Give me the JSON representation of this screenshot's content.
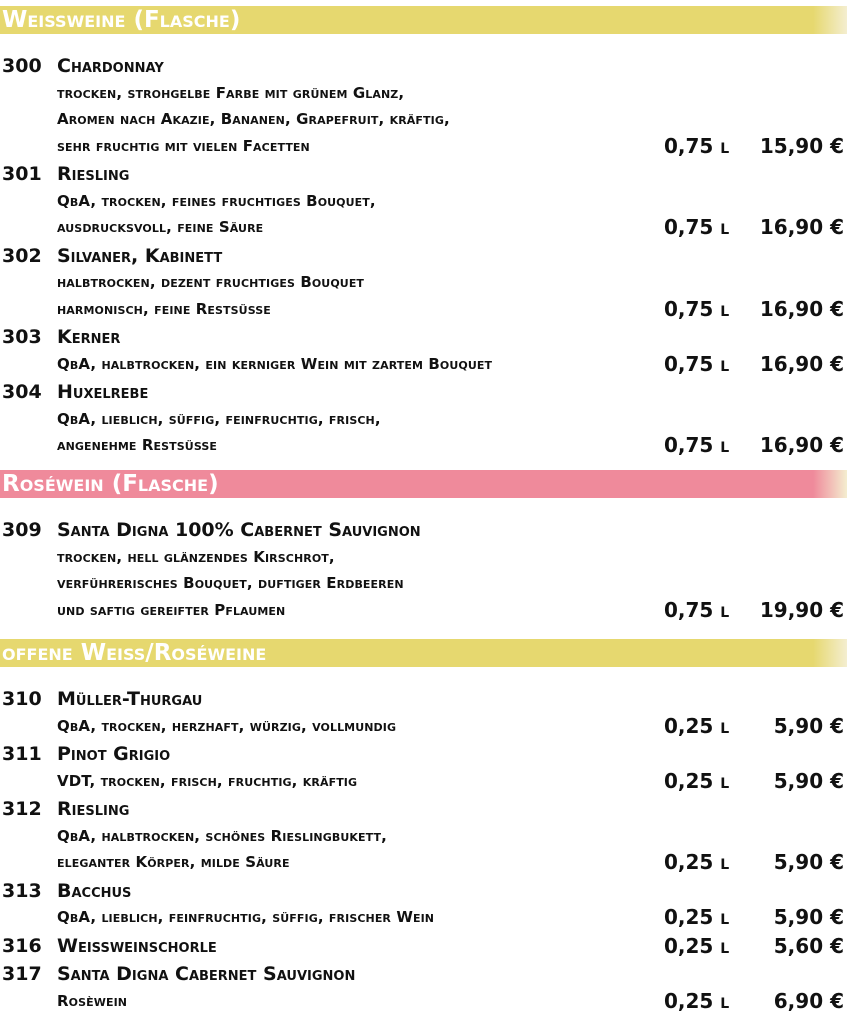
{
  "colors": {
    "yellow_band": "#e6d86f",
    "pink_band": "#ef8a9b",
    "text": "#111111"
  },
  "sections": [
    {
      "id": "weissweine-flasche",
      "title": "Weissweine (Flasche)",
      "color": "#e6d86f",
      "items": [
        {
          "number": "300",
          "name": "Chardonnay",
          "description": [
            "trocken, strohgelbe Farbe mit grünem Glanz,",
            "Aromen nach Akazie, Bananen, Grapefruit, kräftig,",
            "sehr fruchtig mit vielen Facetten"
          ],
          "volume": "0,75 l",
          "price": "15,90 €"
        },
        {
          "number": "301",
          "name": "Riesling",
          "description": [
            "QbA, trocken, feines fruchtiges Bouquet,",
            "ausdrucksvoll, feine Säure"
          ],
          "volume": "0,75 l",
          "price": "16,90 €"
        },
        {
          "number": "302",
          "name": "Silvaner, Kabinett",
          "description": [
            "halbtrocken, dezent fruchtiges Bouquet",
            "harmonisch, feine Restsüsse"
          ],
          "volume": "0,75 l",
          "price": "16,90 €"
        },
        {
          "number": "303",
          "name": "Kerner",
          "description": [
            "QbA, halbtrocken, ein kerniger Wein mit zartem Bouquet"
          ],
          "volume": "0,75 l",
          "price": "16,90 €"
        },
        {
          "number": "304",
          "name": "Huxelrebe",
          "description": [
            "QbA, lieblich, süffig, feinfruchtig, frisch,",
            "angenehme Restsüsse"
          ],
          "volume": "0,75 l",
          "price": "16,90 €"
        }
      ]
    },
    {
      "id": "rosewein-flasche",
      "title": "Roséwein (Flasche)",
      "color": "#ef8a9b",
      "items": [
        {
          "number": "309",
          "name": "Santa Digna 100% Cabernet Sauvignon",
          "description": [
            "trocken, hell glänzendes Kirschrot,",
            "verführerisches Bouquet, duftiger Erdbeeren",
            "und saftig gereifter Pflaumen"
          ],
          "volume": "0,75 l",
          "price": "19,90 €"
        }
      ]
    },
    {
      "id": "offene-weiss-roseweine",
      "title": "offene Weiss/Roséweine",
      "color": "#e6d86f",
      "items": [
        {
          "number": "310",
          "name": "Müller-Thurgau",
          "description": [
            "QbA, trocken, herzhaft, würzig, vollmundig"
          ],
          "volume": "0,25 l",
          "price": "5,90 €"
        },
        {
          "number": "311",
          "name": "Pinot Grigio",
          "description": [
            "VDT, trocken, frisch, fruchtig, kräftig"
          ],
          "volume": "0,25 l",
          "price": "5,90 €"
        },
        {
          "number": "312",
          "name": "Riesling",
          "description": [
            "QbA, halbtrocken, schönes Rieslingbukett,",
            "eleganter Körper, milde Säure"
          ],
          "volume": "0,25 l",
          "price": "5,90 €"
        },
        {
          "number": "313",
          "name": "Bacchus",
          "description": [
            "QbA, lieblich, feinfruchtig, süffig, frischer Wein"
          ],
          "volume": "0,25 l",
          "price": "5,90 €"
        },
        {
          "number": "316",
          "name": "Weissweinschorle",
          "description": [],
          "volume": "0,25 l",
          "price": "5,60 €"
        },
        {
          "number": "317",
          "name": "Santa Digna Cabernet Sauvignon",
          "description": [
            "Rosèwein"
          ],
          "volume": "0,25 l",
          "price": "6,90 €"
        }
      ]
    }
  ]
}
